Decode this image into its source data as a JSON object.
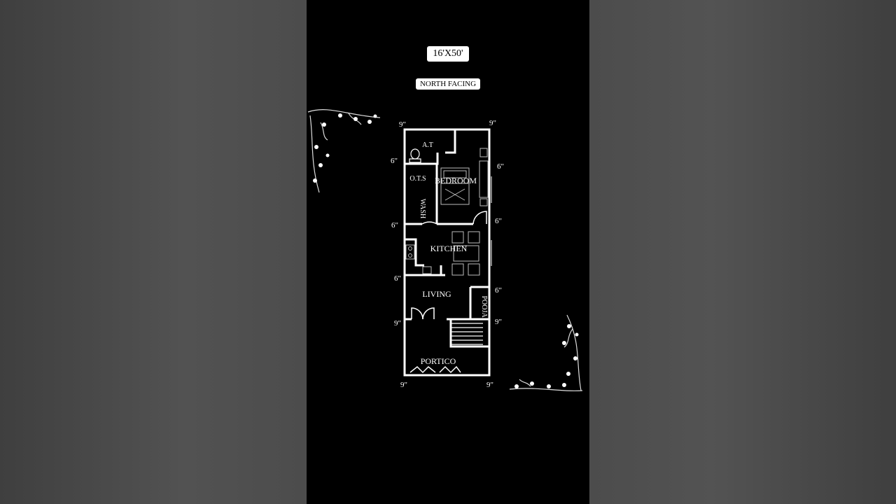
{
  "header": {
    "size_label": "16'X50'",
    "facing_label": "NORTH FACING"
  },
  "rooms": {
    "at": "A.T",
    "ots": "O.T.S",
    "bedroom": "BEDROOM",
    "wash": "WASH",
    "kitchen": "KITCHEN",
    "living": "LIVING",
    "pooja": "POOJA",
    "portico": "PORTICO"
  },
  "dimensions": {
    "top_left": "9\"",
    "top_right": "9\"",
    "at_left": "6\"",
    "bedroom_right": "6\"",
    "wash_left": "6\"",
    "kitchen_right": "6\"",
    "living_left": "6\"",
    "pooja_right": "6\"",
    "portico_left": "9\"",
    "portico_right": "9\"",
    "bottom_left": "9\"",
    "bottom_right": "9\""
  },
  "colors": {
    "background": "#000000",
    "lines": "#ffffff",
    "side_panels": "#4a4a4a"
  },
  "icons": [
    "floral-corner-top-left-icon",
    "floral-corner-bottom-right-icon"
  ]
}
